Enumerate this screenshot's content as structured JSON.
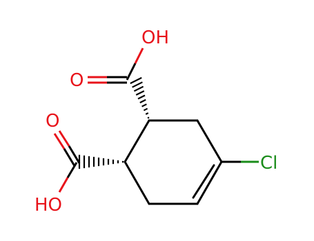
{
  "molecule": {
    "colors": {
      "bond": "#000000",
      "oxygen": "#e8141b",
      "chlorine": "#1a8c1a",
      "background": "#ffffff"
    },
    "atoms": {
      "oh_top": "OH",
      "o_top": "O",
      "o_left": "O",
      "ho_bottom": "HO",
      "cl": "Cl"
    }
  }
}
